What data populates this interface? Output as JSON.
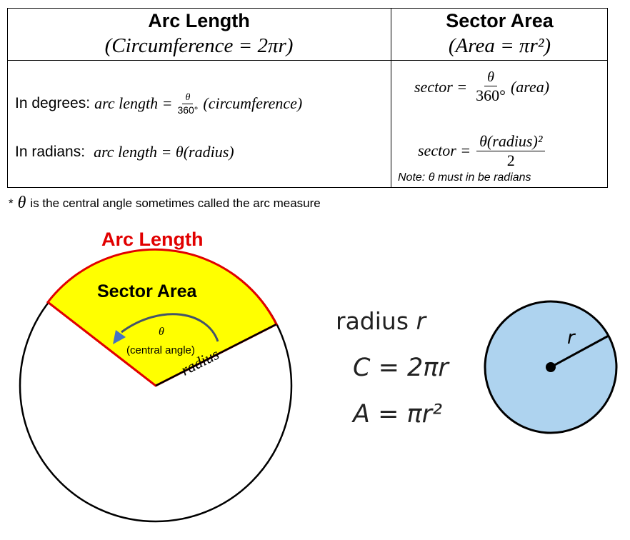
{
  "table": {
    "col1": {
      "title": "Arc Length",
      "subtitle": "(Circumference = 2πr)",
      "degrees_label": "In degrees:",
      "degrees_lhs": "arc length =",
      "degrees_num": "θ",
      "degrees_den": "360°",
      "degrees_rhs": "(circumference)",
      "radians_label": "In radians:",
      "radians_formula": "arc length = θ(radius)"
    },
    "col2": {
      "title": "Sector Area",
      "subtitle": "(Area = πr²)",
      "f1_lhs": "sector =",
      "f1_num": "θ",
      "f1_den": "360°",
      "f1_rhs": "(area)",
      "f2_lhs": "sector =",
      "f2_num": "θ(radius)²",
      "f2_den": "2",
      "note": "Note: θ must in be radians"
    }
  },
  "footnote": {
    "star": "*",
    "theta": "θ",
    "text": "is the central angle sometimes called the arc measure"
  },
  "diagram": {
    "arc_length_label": "Arc Length",
    "sector_area_label": "Sector Area",
    "theta_label": "θ",
    "central_angle_label": "(central angle)",
    "radius_label": "radius",
    "colors": {
      "arc": "#e10000",
      "sector_fill": "#ffff00",
      "arrow": "#44546a",
      "arrow_head": "#4472c4",
      "circle_fill": "#aed3ef",
      "outline": "#000000"
    }
  },
  "formulas": {
    "radius_text": "radius",
    "radius_var": "r",
    "circumference": "C = 2πr",
    "area": "A = πr²",
    "circle_label": "r"
  }
}
